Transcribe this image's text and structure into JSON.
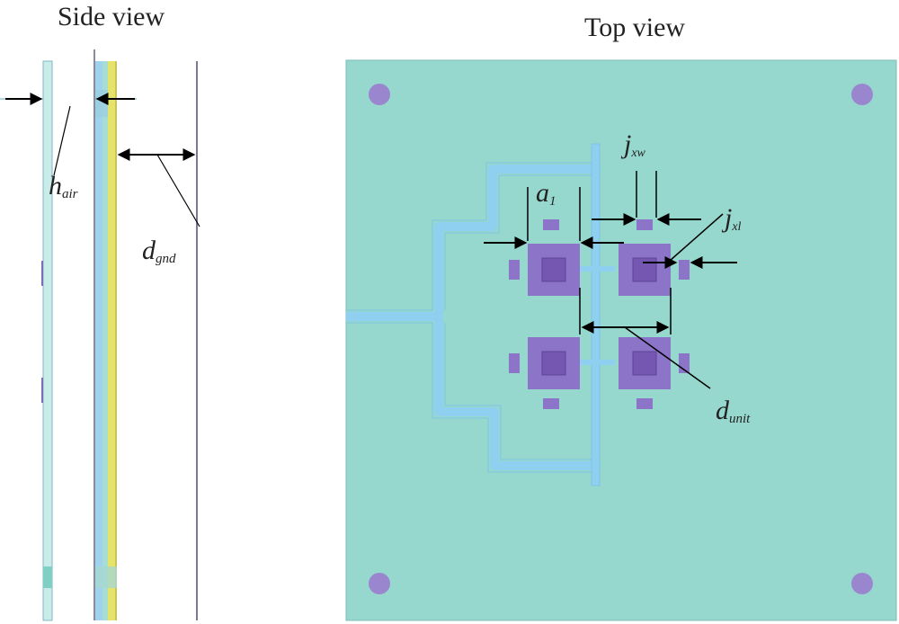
{
  "side_view": {
    "title": "Side view",
    "labels": {
      "h_air": {
        "main": "h",
        "sub": "air"
      },
      "d_gnd": {
        "main": "d",
        "sub": "gnd"
      }
    }
  },
  "top_view": {
    "title": "Top view",
    "labels": {
      "a1": {
        "main": "a",
        "sub": "1"
      },
      "j_xw": {
        "main": "j",
        "sub": "xw"
      },
      "j_xl": {
        "main": "j",
        "sub": "xl"
      },
      "d_unit": {
        "main": "d",
        "sub": "unit"
      }
    }
  },
  "colors": {
    "substrate": "#97d8ce",
    "feed_line": "#8fd0f0",
    "patch": "#8c74c8",
    "patch_center": "#7556b0",
    "hole": "#9a86cf",
    "yellow_layer": "#e6e36a",
    "arrow": "#000000"
  }
}
